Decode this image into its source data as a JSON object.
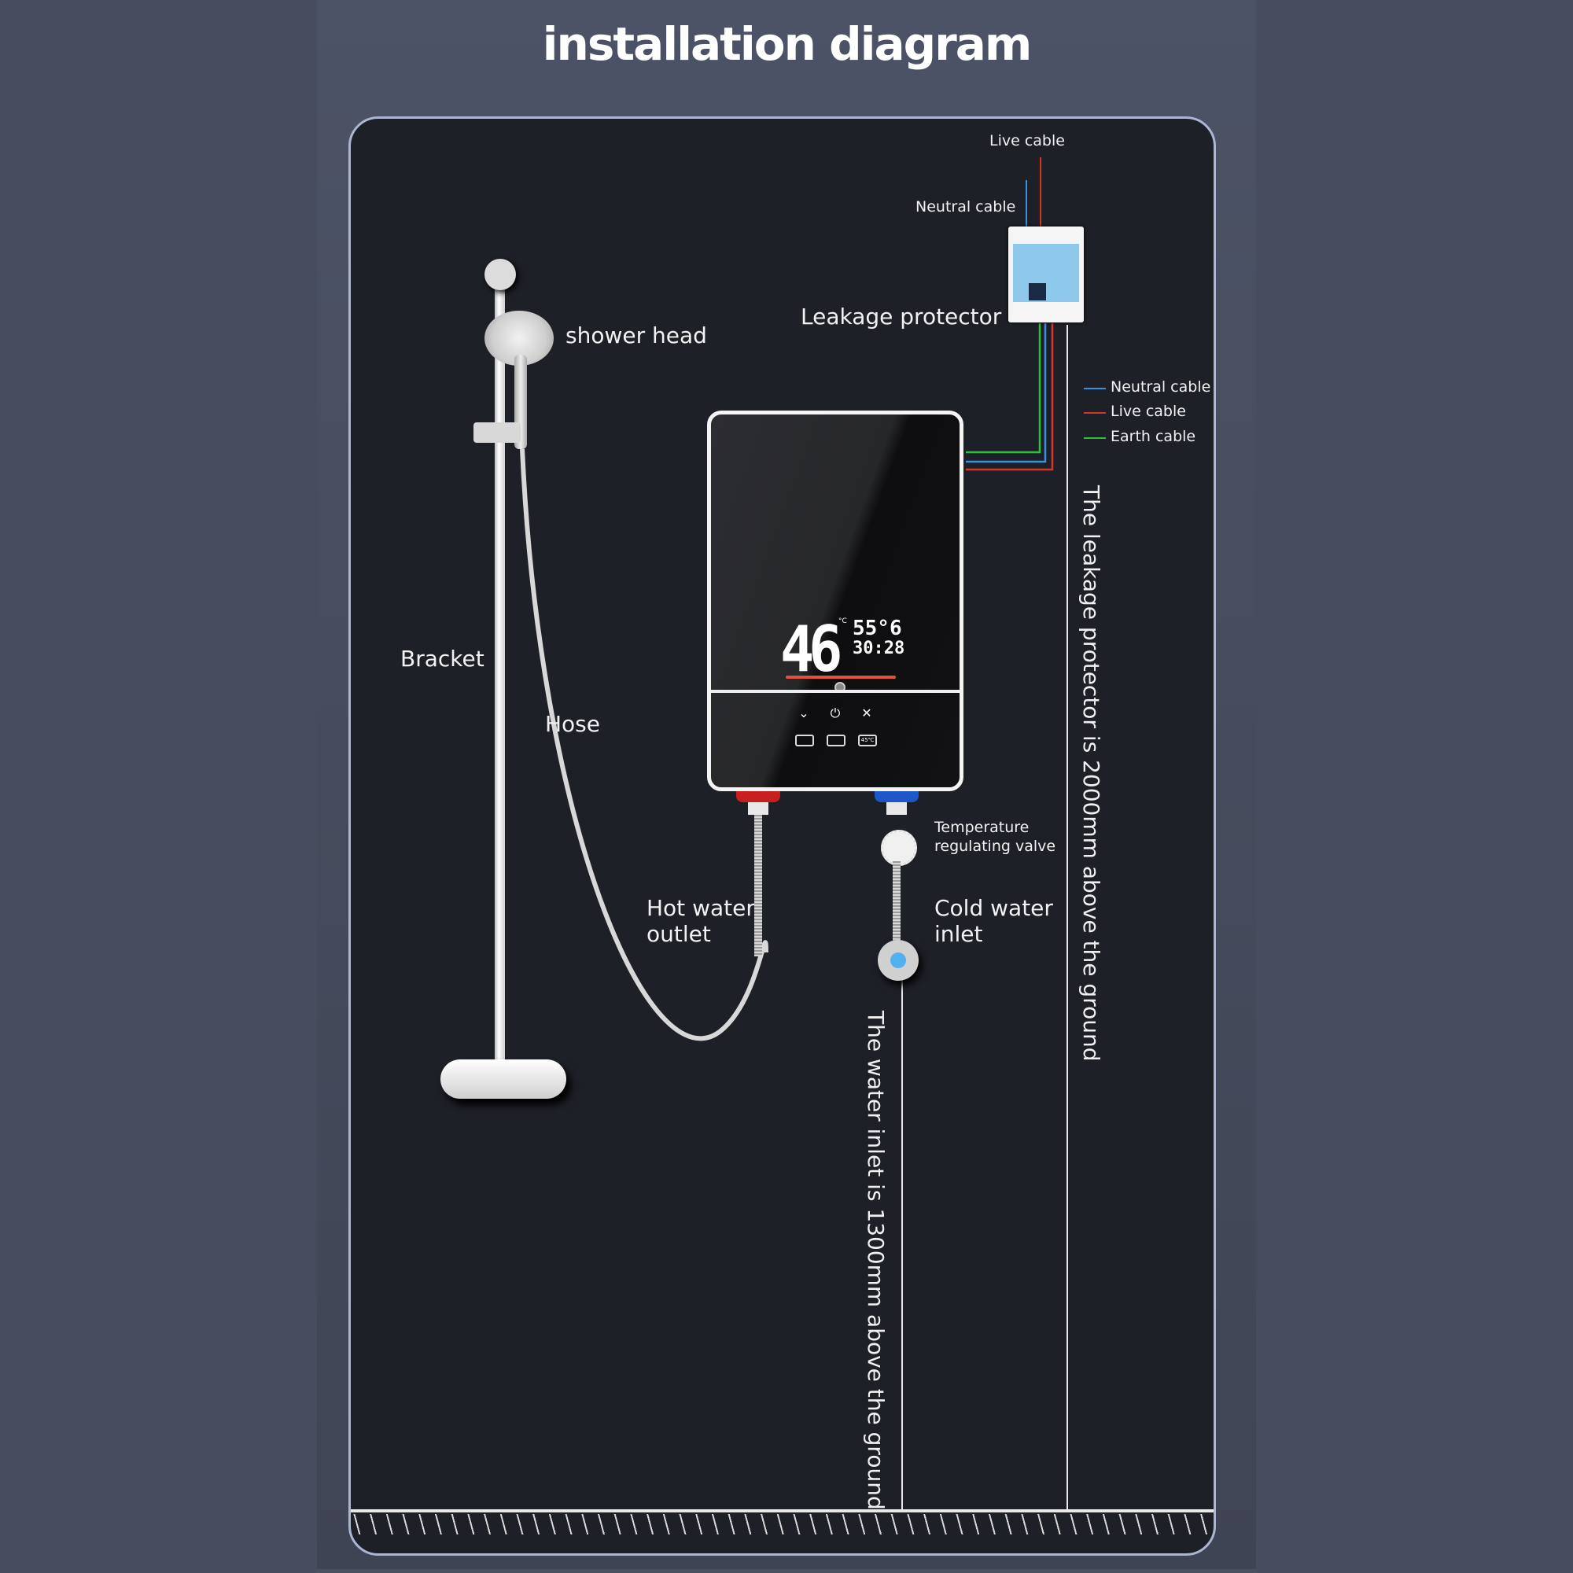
{
  "title": "installation diagram",
  "colors": {
    "background": "#4a5060",
    "panel": "#1e2028",
    "panel_border": "#aab6d4",
    "neutral": "#3a8fe0",
    "live": "#d8352a",
    "earth": "#2fbf3a",
    "display_bar": "#e2523a"
  },
  "labels": {
    "live_cable_top": "Live cable",
    "neutral_cable_top": "Neutral cable",
    "leakage_protector": "Leakage protector",
    "shower_head": "shower head",
    "bracket": "Bracket",
    "hose": "Hose",
    "hot_water_outlet_line1": "Hot water",
    "hot_water_outlet_line2": "outlet",
    "temp_valve_line1": "Temperature",
    "temp_valve_line2": "regulating valve",
    "cold_water_inlet_line1": "Cold water",
    "cold_water_inlet_line2": "inlet"
  },
  "legend": [
    {
      "label": "Neutral cable",
      "color": "#3a8fe0"
    },
    {
      "label": "Live cable",
      "color": "#d8352a"
    },
    {
      "label": "Earth cable",
      "color": "#2fbf3a"
    }
  ],
  "dimensions": {
    "protector_height": "The leakage protector is 2000mm above the ground",
    "inlet_height": "The water inlet is 1300mm above the ground"
  },
  "heater_display": {
    "current_temp": "46",
    "unit": "°C",
    "set_temp": "55°6",
    "time": "30:28",
    "buttons": [
      {
        "icon": "down-arrow-icon",
        "glyph": "⌄"
      },
      {
        "icon": "power-icon",
        "glyph": "⏻"
      },
      {
        "icon": "mode-icon",
        "glyph": "✕"
      }
    ],
    "preset_label": "45℃"
  }
}
